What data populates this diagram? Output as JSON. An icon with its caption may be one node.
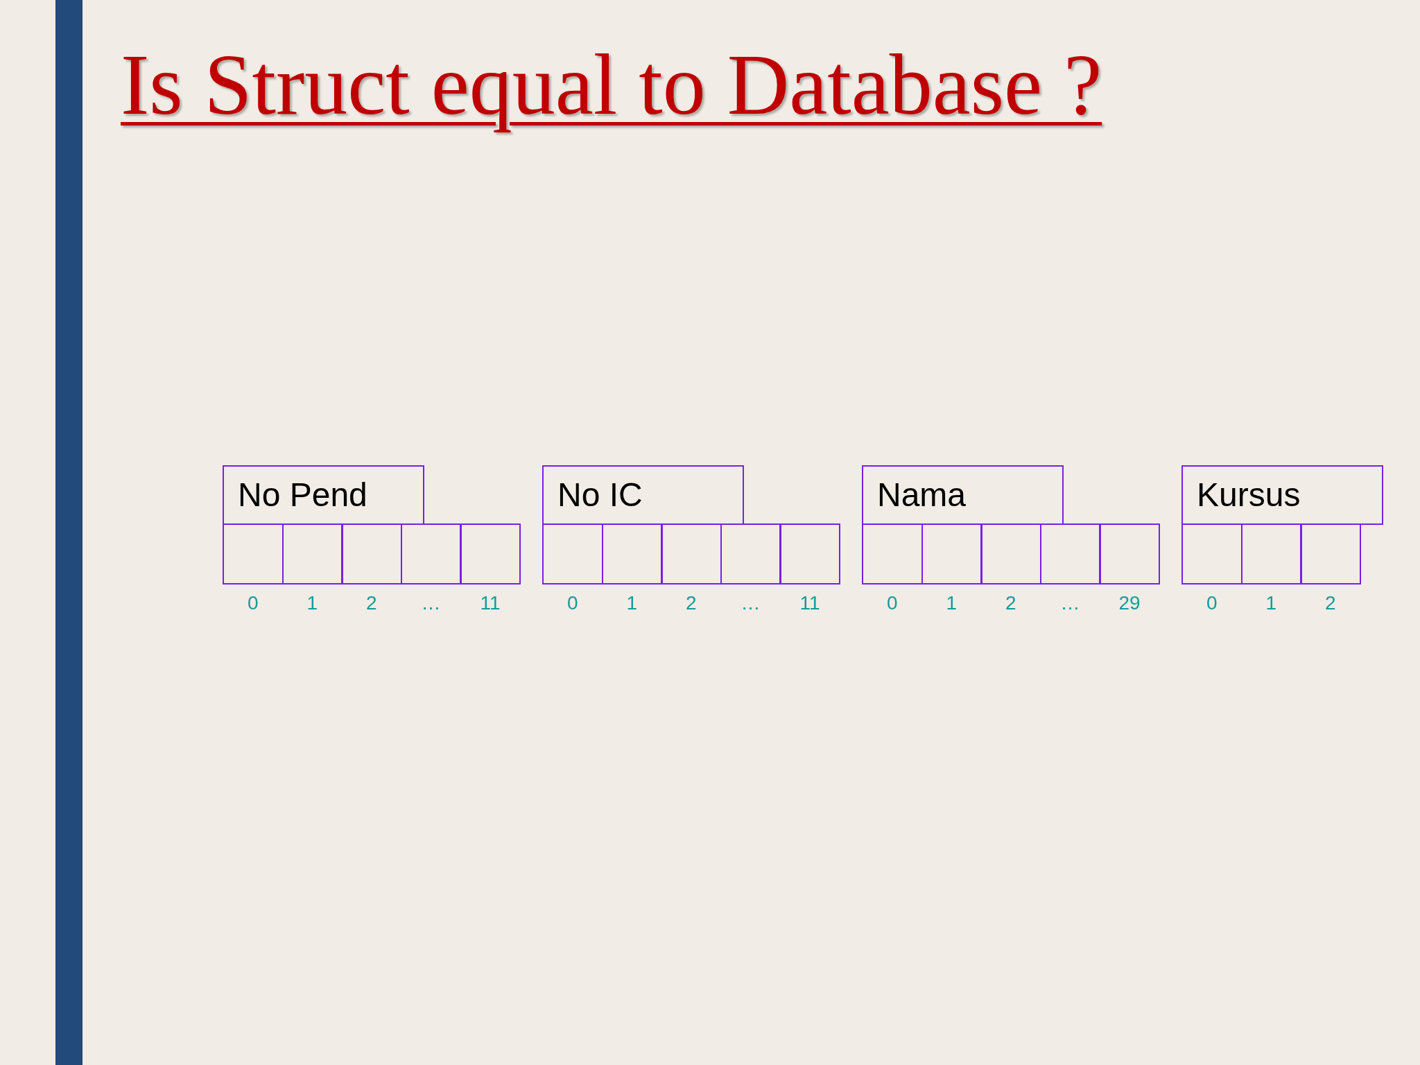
{
  "diagram": {
    "title": "Is Struct equal to Database ?",
    "nodes": [
      {
        "text": [
          "No Pend"
        ]
      },
      {
        "text": [],
        "shape": "box"
      },
      {
        "text": [],
        "shape": "box"
      },
      {
        "text": [],
        "shape": "box"
      },
      {
        "text": [],
        "shape": "box"
      },
      {
        "text": [],
        "shape": "box"
      },
      {
        "text": [
          "No IC"
        ]
      },
      {
        "text": [],
        "shape": "box"
      },
      {
        "text": [],
        "shape": "box"
      },
      {
        "text": [],
        "shape": "box"
      },
      {
        "text": [],
        "shape": "box"
      },
      {
        "text": [],
        "shape": "box"
      },
      {
        "text": [
          "Nama"
        ]
      },
      {
        "text": [],
        "shape": "box"
      },
      {
        "text": [],
        "shape": "box"
      },
      {
        "text": [],
        "shape": "box"
      },
      {
        "text": [],
        "shape": "box"
      },
      {
        "text": [],
        "shape": "box"
      },
      {
        "text": [
          "Kursus"
        ]
      },
      {
        "text": [],
        "shape": "box"
      },
      {
        "text": [],
        "shape": "box"
      },
      {
        "text": [],
        "shape": "box"
      }
    ],
    "labels": [
      "0",
      "1",
      "2",
      "…",
      "11",
      "0",
      "1",
      "2",
      "…",
      "11",
      "0",
      "1",
      "2",
      "…",
      "29",
      "0",
      "1",
      "2"
    ]
  }
}
